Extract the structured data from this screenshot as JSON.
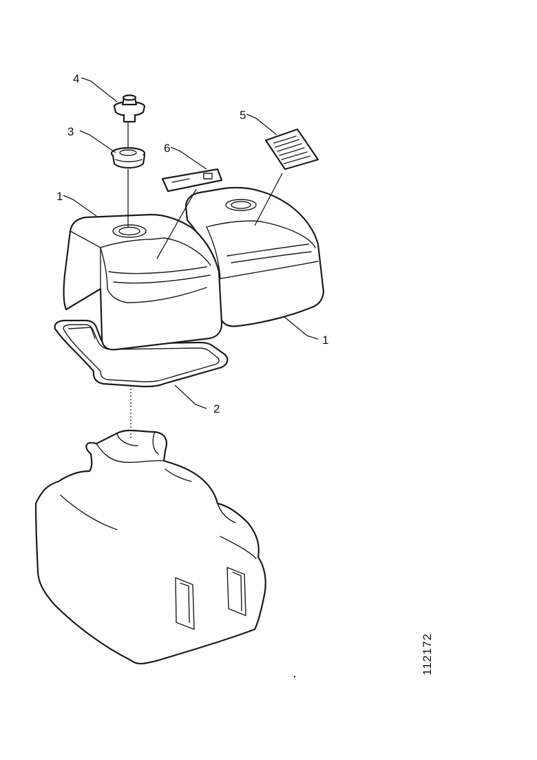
{
  "callouts": {
    "c1_left": "1",
    "c1_right": "1",
    "c2": "2",
    "c3": "3",
    "c4": "4",
    "c5": "5",
    "c6": "6"
  },
  "document_number": "112172"
}
